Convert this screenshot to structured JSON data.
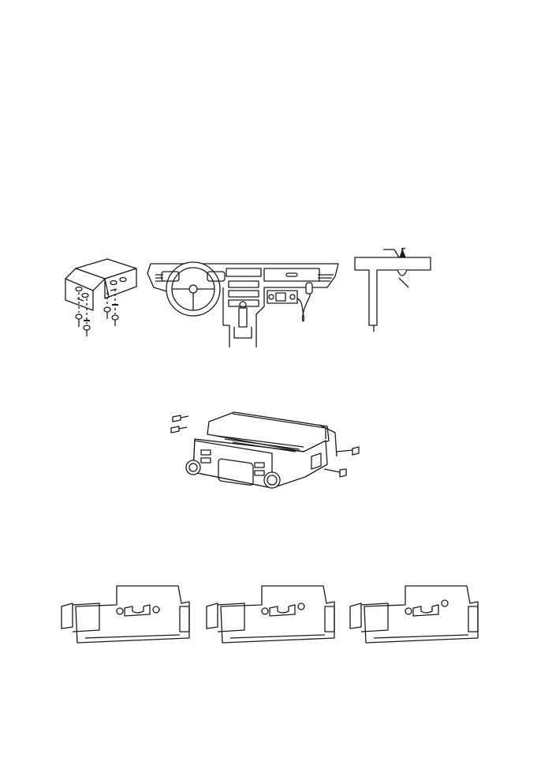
{
  "page": {
    "background": "#ffffff",
    "line_color": "#1a1a1a"
  },
  "figures": [
    {
      "id": "mounting-bracket",
      "icon": "mounting-bracket-with-screws-icon"
    },
    {
      "id": "vehicle-dashboard",
      "icon": "car-dashboard-with-transceiver-icon"
    },
    {
      "id": "bracket-side-view",
      "icon": "l-bracket-cross-section-icon"
    },
    {
      "id": "transceiver-bracket-assembly",
      "icon": "transceiver-with-bracket-icon"
    },
    {
      "id": "angle-adjustments",
      "icon": "bracket-angle-positions-icon"
    }
  ]
}
